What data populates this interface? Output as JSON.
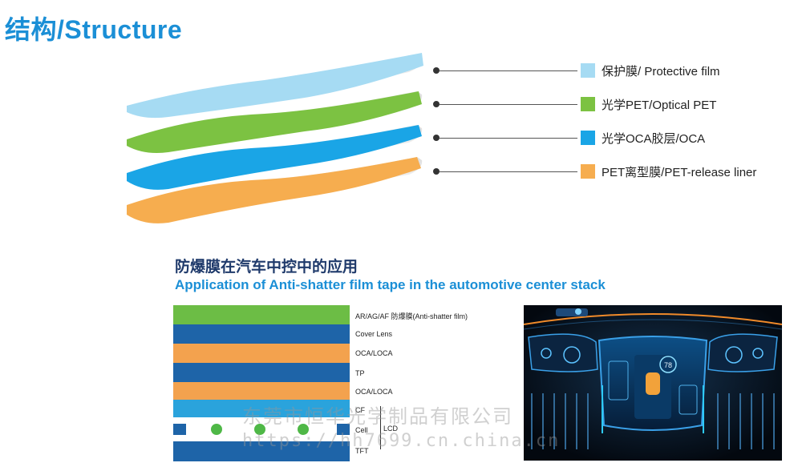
{
  "title": "结构/Structure",
  "layers": [
    {
      "label": "保护膜/ Protective film",
      "color": "#a6dbf3"
    },
    {
      "label": "光学PET/Optical PET",
      "color": "#7cc242"
    },
    {
      "label": "光学OCA胶层/OCA",
      "color": "#1aa5e6"
    },
    {
      "label": "PET离型膜/PET-release liner",
      "color": "#f6ad4f"
    }
  ],
  "application": {
    "title_cn": "防爆膜在汽车中控中的应用",
    "title_en": "Application of Anti-shatter film tape in the automotive center stack"
  },
  "stack": [
    {
      "label": "AR/AG/AF 防爆膜(Anti-shatter film)",
      "color": "#6cbd45"
    },
    {
      "label": "Cover Lens",
      "color": "#1e64a8"
    },
    {
      "label": "OCA/LOCA",
      "color": "#f3a24e"
    },
    {
      "label": "TP",
      "color": "#1e64a8"
    },
    {
      "label": "OCA/LOCA",
      "color": "#f3a24e"
    },
    {
      "label": "CF",
      "color": "#2aa3dc"
    },
    {
      "label": "Cell",
      "color": "#ffffff"
    },
    {
      "label": "TFT",
      "color": "#1e64a8"
    }
  ],
  "lcd_label": "LCD",
  "photo": {
    "speed": "78"
  },
  "watermark": {
    "line1": "东莞市恒华光学制品有限公司",
    "line2": "https://hh7699.cn.china.cn"
  }
}
